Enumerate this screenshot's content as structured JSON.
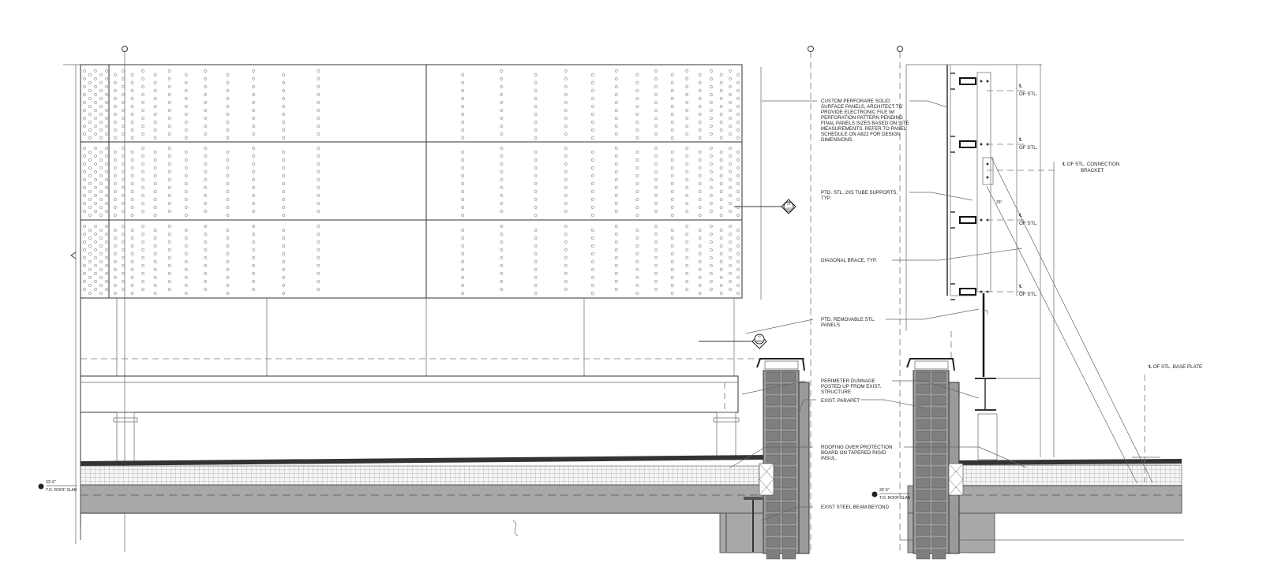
{
  "notes": {
    "perforated_panels": [
      "CUSTOM PERFORARE SOLID",
      "SURFACE PANELS, ARCHITECT TO",
      "PROVIDE ELECTRONIC FILE W/",
      "PERFORATION PATTERN PENDING",
      "FINAL PANELS SIZES BASED ON SITE",
      "MEASUREMENTS. REFER TO PANEL",
      "SCHEDULE ON A822 FOR DESIGN",
      "DIMENSIONS."
    ],
    "tube_supports": [
      "PTD. STL. 2X5 TUBE SUPPORTS,",
      "TYP."
    ],
    "diagonal_brace": [
      "DIAGONAL BRACE, TYP."
    ],
    "removable_panels": [
      "PTD. REMOVABLE STL.",
      "PANELS"
    ],
    "perimeter_dunnage": [
      "PERIMETER DUNNAGE",
      "POSTED UP FROM EXIST.",
      "STRUCTURE"
    ],
    "parapet": [
      "EXIST. PARAPET"
    ],
    "roofing": [
      "ROOFING OVER PROTECTION",
      "BOARD ON TAPERED RIGID",
      "INSUL."
    ],
    "steel_beam": [
      "EXIST STEEL BEAM BEYOND"
    ],
    "connection_bracket": [
      "℄ OF STL. CONNECTION",
      "BRACKET"
    ],
    "base_plate": [
      "℄ OF STL. BASE PLATE"
    ],
    "of_stl": "OF STL.",
    "centerline_symbol": "℄",
    "angle": "26°"
  },
  "elevation_markers": [
    {
      "elevation": "33'-6\"",
      "label": "T.O. ROOF SLAB"
    },
    {
      "elevation": "33'-6\"",
      "label": "T.O. ROOF SLAB"
    }
  ],
  "section_markers": [
    {
      "number": "03",
      "sheet": "A820"
    },
    {
      "number": "02",
      "sheet": "A820"
    }
  ],
  "colors": {
    "line": "#333333",
    "masonry": "#9a9a9a",
    "slab": "#a8a8a8",
    "background": "#ffffff"
  }
}
